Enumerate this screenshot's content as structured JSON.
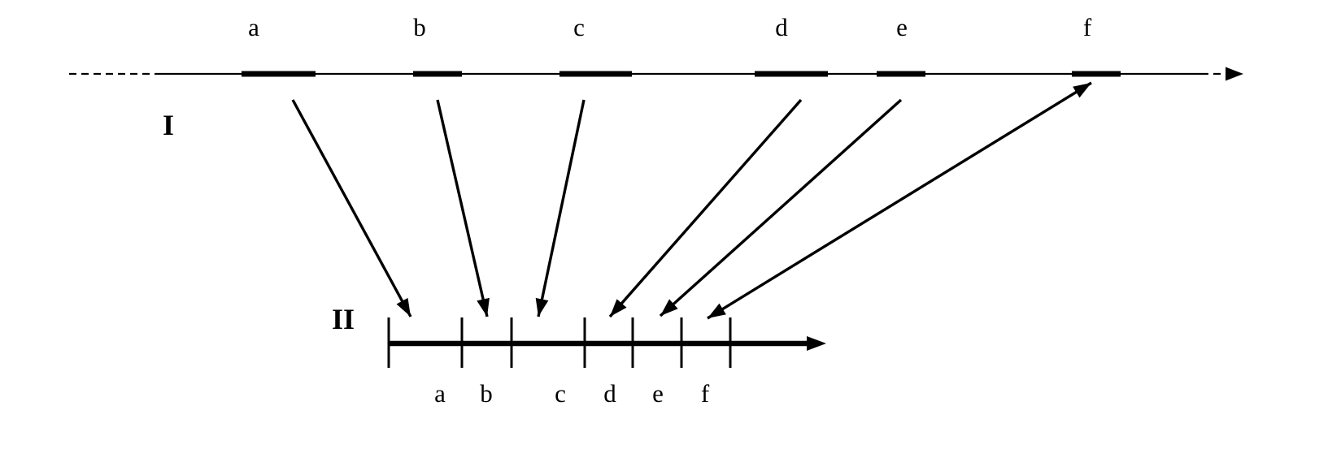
{
  "colors": {
    "ink": "#000000",
    "background": "#ffffff"
  },
  "map_line_I": {
    "label": "I",
    "segment_labels": [
      "a",
      "b",
      "c",
      "d",
      "e",
      "f"
    ]
  },
  "map_line_II": {
    "label": "II",
    "interval_labels": [
      "a",
      "b",
      "c",
      "d",
      "e",
      "f"
    ]
  },
  "mappings": [
    {
      "from": "a",
      "to": "a",
      "double_headed": false
    },
    {
      "from": "b",
      "to": "b",
      "double_headed": false
    },
    {
      "from": "c",
      "to": "c",
      "double_headed": false
    },
    {
      "from": "d",
      "to": "d",
      "double_headed": false
    },
    {
      "from": "e",
      "to": "e",
      "double_headed": false
    },
    {
      "from": "f",
      "to": "f",
      "double_headed": true
    }
  ]
}
